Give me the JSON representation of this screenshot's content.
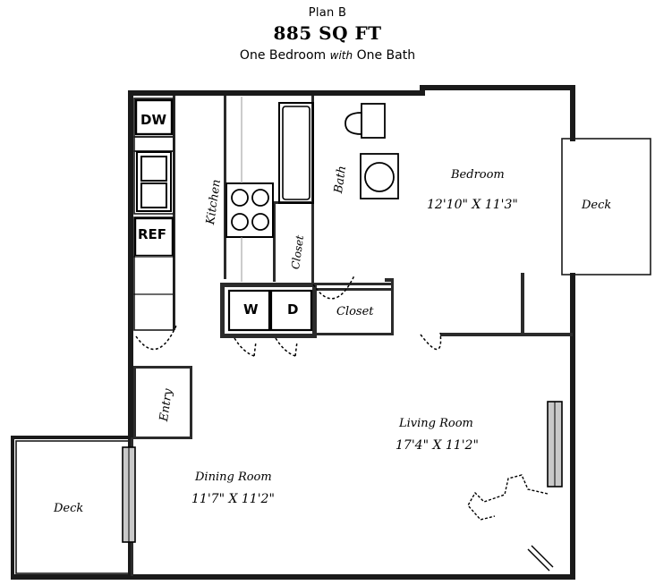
{
  "header": {
    "plan_name": "Plan B",
    "area": "885 SQ FT",
    "subtitle_pre": "One Bedroom ",
    "subtitle_italic": "with",
    "subtitle_post": " One Bath"
  },
  "rooms": [
    {
      "id": "bedroom",
      "label": "Bedroom",
      "dimensions": "12'10\" X 11'3\""
    },
    {
      "id": "living-room",
      "label": "Living Room",
      "dimensions": "17'4\" X 11'2\""
    },
    {
      "id": "dining-room",
      "label": "Dining Room",
      "dimensions": "11'7\" X 11'2\""
    },
    {
      "id": "kitchen",
      "label": "Kitchen",
      "dimensions": ""
    },
    {
      "id": "bath",
      "label": "Bath",
      "dimensions": ""
    },
    {
      "id": "entry",
      "label": "Entry",
      "dimensions": ""
    },
    {
      "id": "closet-bath",
      "label": "Closet",
      "dimensions": ""
    },
    {
      "id": "closet-hall",
      "label": "Closet",
      "dimensions": ""
    },
    {
      "id": "deck-right",
      "label": "Deck",
      "dimensions": ""
    },
    {
      "id": "deck-left",
      "label": "Deck",
      "dimensions": ""
    }
  ],
  "appliances": [
    {
      "id": "dishwasher",
      "label": "DW"
    },
    {
      "id": "refrigerator",
      "label": "REF"
    },
    {
      "id": "washer",
      "label": "W"
    },
    {
      "id": "dryer",
      "label": "D"
    }
  ],
  "fixtures": [
    {
      "id": "kitchen-sink",
      "name": "double-basin-sink-icon"
    },
    {
      "id": "cooktop",
      "name": "four-burner-cooktop-icon"
    },
    {
      "id": "bathtub",
      "name": "bathtub-icon"
    },
    {
      "id": "toilet",
      "name": "toilet-icon"
    },
    {
      "id": "bath-sink",
      "name": "round-sink-icon"
    }
  ],
  "colors": {
    "wall": "#1a1a1a",
    "thin": "#2b2b2b",
    "ink": "#000000",
    "paper": "#ffffff",
    "glass": "#b9b9b9"
  }
}
